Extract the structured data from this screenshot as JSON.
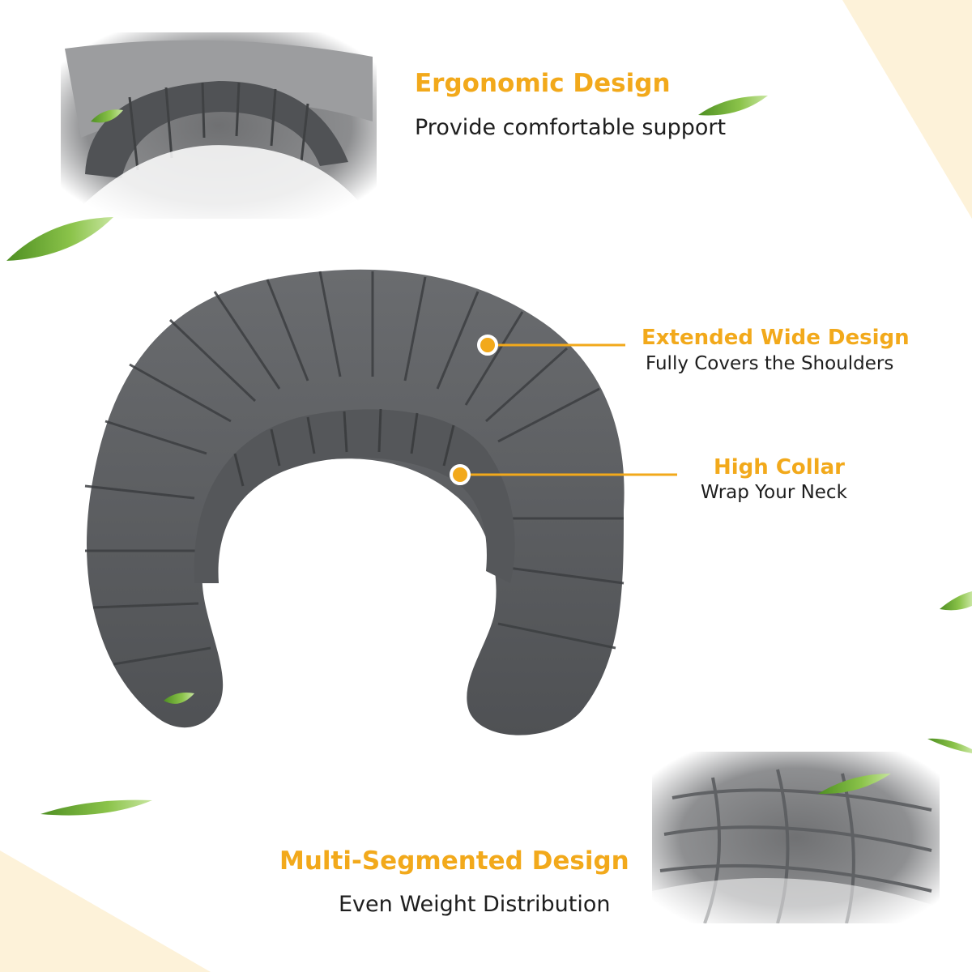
{
  "colors": {
    "accent": "#F2A91B",
    "corner_cream": "#FDF2D9",
    "fabric": "#5D5F61",
    "fabric_dark": "#45474A",
    "leaf": "#74B23A",
    "text": "#1E1E1E"
  },
  "features": {
    "ergonomic": {
      "title": "Ergonomic Design",
      "subtitle": "Provide comfortable support"
    },
    "extended": {
      "title": "Extended Wide Design",
      "subtitle": "Fully Covers the Shoulders"
    },
    "collar": {
      "title": "High Collar",
      "subtitle": "Wrap Your Neck"
    },
    "segmented": {
      "title": "Multi-Segmented Design",
      "subtitle": "Even Weight Distribution"
    }
  },
  "icons": [
    "leaf-icon",
    "callout-dot-icon"
  ]
}
